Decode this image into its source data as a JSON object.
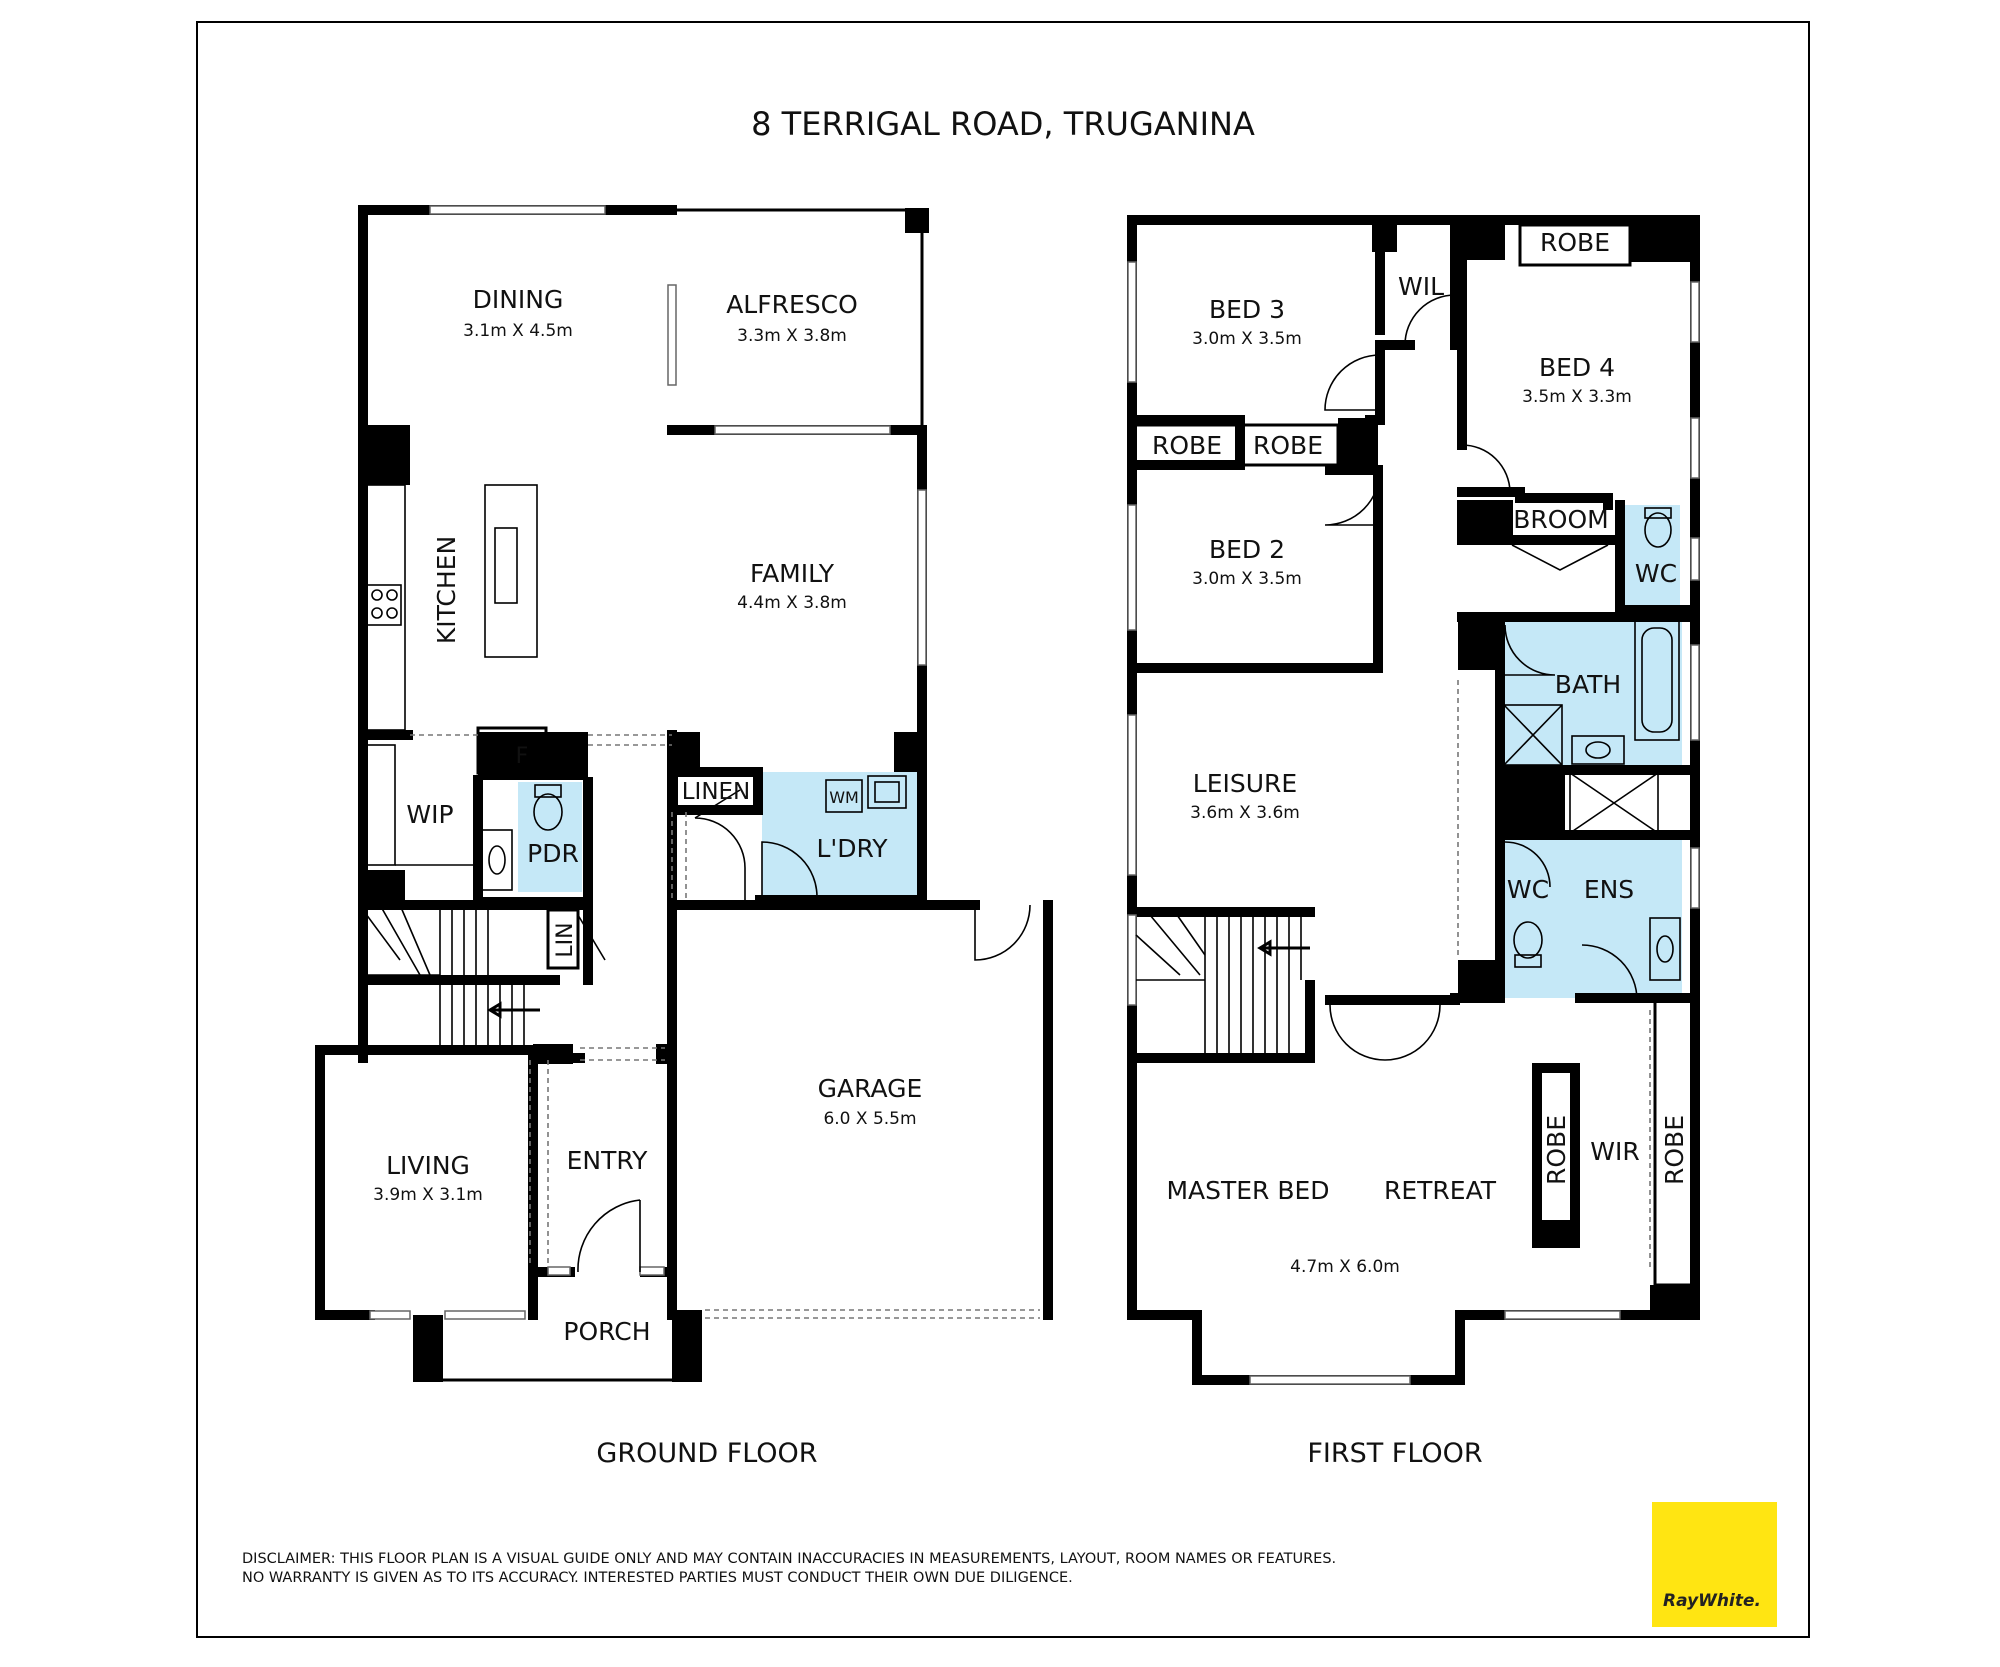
{
  "title": "8 TERRIGAL ROAD, TRUGANINA",
  "colors": {
    "wet_area": "#c5e8f7",
    "logo_bg": "#ffe512",
    "wall": "#000000"
  },
  "ground_floor": {
    "label": "GROUND FLOOR",
    "rooms": {
      "dining": {
        "name": "DINING",
        "size": "3.1m X 4.5m"
      },
      "alfresco": {
        "name": "ALFRESCO",
        "size": "3.3m X 3.8m"
      },
      "kitchen": {
        "name": "KITCHEN"
      },
      "family": {
        "name": "FAMILY",
        "size": "4.4m X 3.8m"
      },
      "fridge": {
        "name": "F"
      },
      "wip": {
        "name": "WIP"
      },
      "pdr": {
        "name": "PDR"
      },
      "linen": {
        "name": "LINEN"
      },
      "washing_machine": {
        "name": "WM"
      },
      "laundry": {
        "name": "L'DRY"
      },
      "lin": {
        "name": "LIN"
      },
      "garage": {
        "name": "GARAGE",
        "size": "6.0 X 5.5m"
      },
      "living": {
        "name": "LIVING",
        "size": "3.9m X 3.1m"
      },
      "entry": {
        "name": "ENTRY"
      },
      "porch": {
        "name": "PORCH"
      }
    }
  },
  "first_floor": {
    "label": "FIRST FLOOR",
    "rooms": {
      "bed3": {
        "name": "BED 3",
        "size": "3.0m X 3.5m"
      },
      "wil": {
        "name": "WIL"
      },
      "robe_bed4": {
        "name": "ROBE"
      },
      "bed4": {
        "name": "BED 4",
        "size": "3.5m X 3.3m"
      },
      "robe_left": {
        "name": "ROBE"
      },
      "robe_mid": {
        "name": "ROBE"
      },
      "bed2": {
        "name": "BED 2",
        "size": "3.0m X 3.5m"
      },
      "broom": {
        "name": "BROOM"
      },
      "wc_upper": {
        "name": "WC"
      },
      "bath": {
        "name": "BATH"
      },
      "leisure": {
        "name": "LEISURE",
        "size": "3.6m X 3.6m"
      },
      "wc_ens": {
        "name": "WC"
      },
      "ens": {
        "name": "ENS"
      },
      "master_bed": {
        "name": "MASTER BED"
      },
      "retreat": {
        "name": "RETREAT"
      },
      "master_size": {
        "size": "4.7m X 6.0m"
      },
      "robe_wir_left": {
        "name": "ROBE"
      },
      "wir": {
        "name": "WIR"
      },
      "robe_wir_right": {
        "name": "ROBE"
      }
    }
  },
  "disclaimer": {
    "line1": "DISCLAIMER: THIS FLOOR PLAN IS A VISUAL GUIDE ONLY AND MAY CONTAIN INACCURACIES IN MEASUREMENTS, LAYOUT, ROOM NAMES OR FEATURES.",
    "line2": "NO WARRANTY IS GIVEN AS TO ITS ACCURACY. INTERESTED PARTIES MUST CONDUCT THEIR OWN DUE DILIGENCE."
  },
  "logo": {
    "text": "RayWhite."
  }
}
